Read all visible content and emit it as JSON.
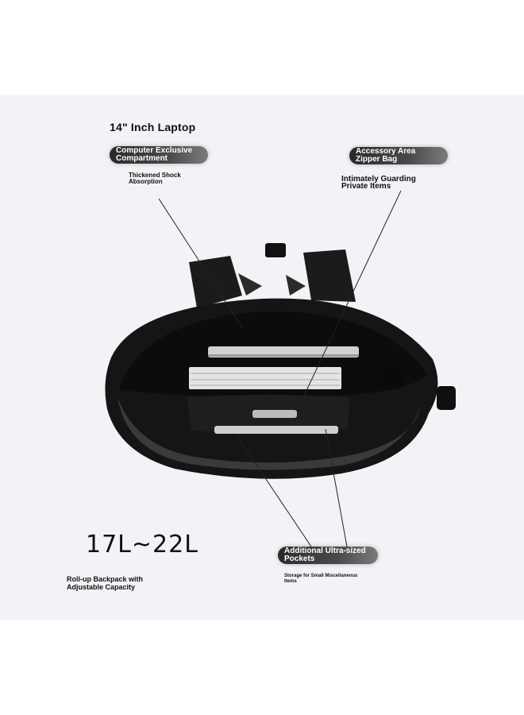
{
  "title": "14\" Inch Laptop",
  "labels": {
    "computer_compartment": {
      "line1": "Computer Exclusive",
      "line2": "Compartment"
    },
    "computer_sub": {
      "line1": "Thickened Shock",
      "line2": "Absorption"
    },
    "accessory_area": {
      "line1": "Accessory Area",
      "line2": "Zipper Bag"
    },
    "accessory_sub": {
      "line1": "Intimately Guarding",
      "line2": "Private Items"
    },
    "pockets": {
      "line1": "Additional Ultra-sized",
      "line2": "Pockets"
    },
    "pockets_sub": {
      "line1": "Storage for Small Miscellaneous",
      "line2": "Items"
    }
  },
  "capacity": "17L~22L",
  "roll_text": {
    "line1": "Roll-up Backpack with",
    "line2": "Adjustable Capacity"
  },
  "colors": {
    "panel": "#f2f3f6",
    "bag": "#151515",
    "pill": "#2a2a2a"
  }
}
